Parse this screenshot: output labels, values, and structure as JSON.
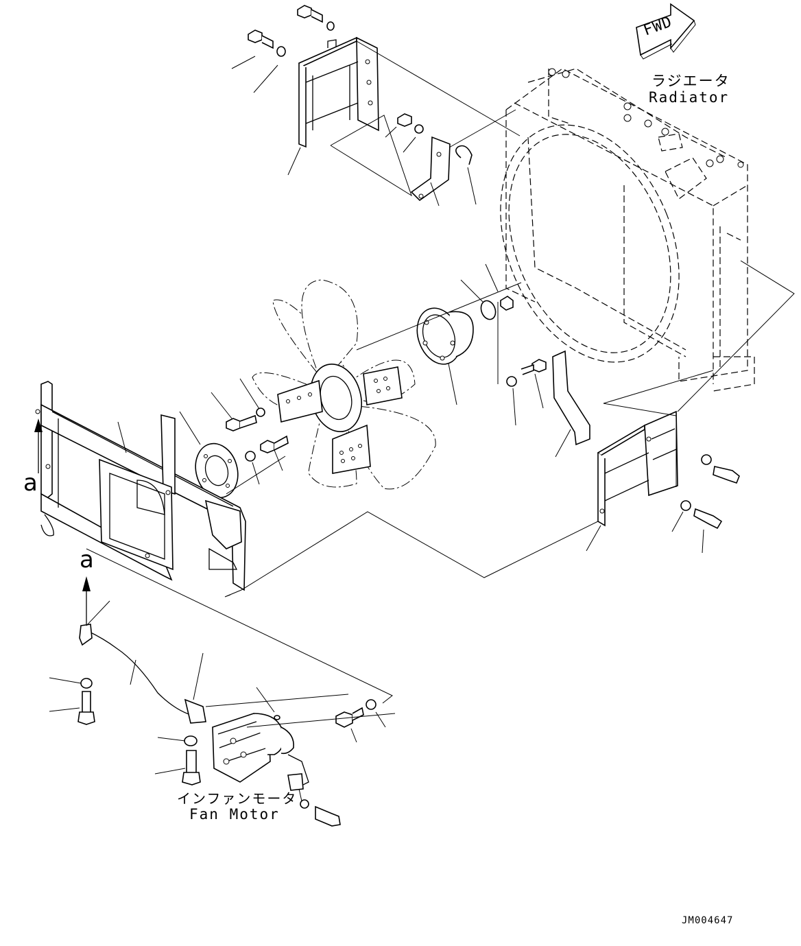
{
  "diagram": {
    "labels": {
      "fwd": "FWD",
      "radiator_jp": "ラジエータ",
      "radiator_en": "Radiator",
      "fan_motor_jp": "インファンモータ",
      "fan_motor_en": "Fan Motor",
      "view_a_upper": "a",
      "view_a_lower": "a",
      "drawing_code": "JM004647"
    }
  }
}
